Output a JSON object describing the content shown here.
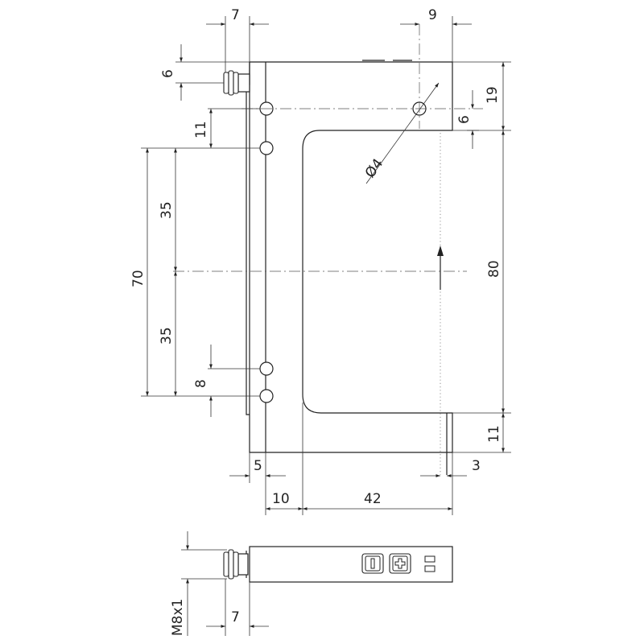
{
  "front_view": {
    "dimensions": {
      "connector_length": "7",
      "slot_offset": "9",
      "connector_offset": "6",
      "top_height": "19",
      "hole_offset_right": "6",
      "hole_spacing_top": "11",
      "half_span_upper": "35",
      "total_span": "70",
      "half_span_lower": "35",
      "hole_spacing_bottom": "8",
      "slot_depth": "80",
      "bottom_height": "11",
      "rail_offset": "5",
      "right_margin": "3",
      "rail_width": "10",
      "slot_width": "42",
      "hole_diameter": "Ø4"
    }
  },
  "side_view": {
    "dimensions": {
      "thread": "M8x1",
      "connector_length": "7"
    }
  }
}
